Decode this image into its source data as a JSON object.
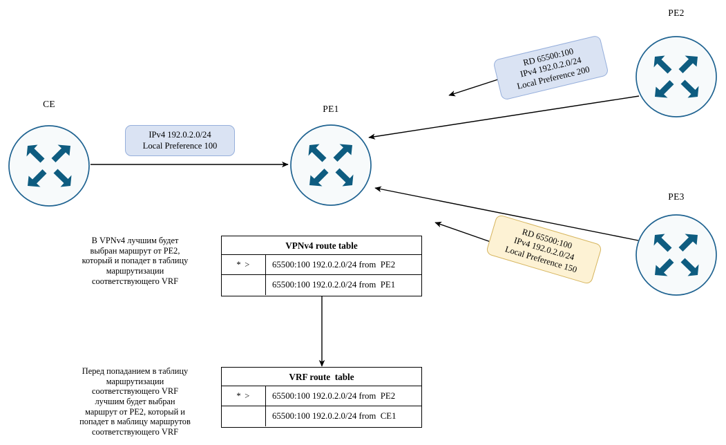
{
  "diagram": {
    "title_note": "MPLS L3VPN BGP route selection diagram",
    "colors": {
      "router_stroke": "#1f6391",
      "router_fill": "#f7fafb",
      "arrow_glyph": "#0e5c80",
      "callout_blue_fill": "#dae3f3",
      "callout_blue_border": "#95aedb",
      "callout_tan_fill": "#fdf2d4",
      "callout_tan_border": "#d6b55e",
      "line": "#000000",
      "background": "#ffffff"
    }
  },
  "nodes": {
    "ce": {
      "label": "CE",
      "icon": "router-icon"
    },
    "pe1": {
      "label": "PE1",
      "icon": "router-icon"
    },
    "pe2": {
      "label": "PE2",
      "icon": "router-icon"
    },
    "pe3": {
      "label": "PE3",
      "icon": "router-icon"
    }
  },
  "callouts": {
    "ce_route": {
      "lines": [
        "IPv4 192.0.2.0/24",
        "Local Preference 100"
      ],
      "style": "blue"
    },
    "pe2_route": {
      "lines": [
        "RD 65500:100",
        "IPv4 192.0.2.0/24",
        "Local Preference 200"
      ],
      "style": "blue"
    },
    "pe3_route": {
      "lines": [
        "RD 65500:100",
        "IPv4 192.0.2.0/24",
        "Local Preference 150"
      ],
      "style": "tan"
    }
  },
  "tables": {
    "vpnv4": {
      "title": "VPNv4 route table",
      "rows": [
        {
          "flag": "* >",
          "route": "65500:100 192.0.2.0/24 from  PE2"
        },
        {
          "flag": "",
          "route": "65500:100 192.0.2.0/24 from  PE1"
        }
      ]
    },
    "vrf": {
      "title": "VRF route  table",
      "rows": [
        {
          "flag": "* >",
          "route": "65500:100 192.0.2.0/24 from  PE2"
        },
        {
          "flag": "",
          "route": "65500:100 192.0.2.0/24 from  CE1"
        }
      ]
    }
  },
  "notes": {
    "vpnv4_note": "В VPNv4 лучшим будет\nвыбран маршрут от PE2,\nкоторый и попадет в таблицу\nмаршрутизации\nсоответствующего VRF",
    "vrf_note": "Перед попаданием в таблицу\nмаршрутизации\nсоответствующего VRF\nлучшим будет выбран\nмаршрут от PE2, который и\nпопадет в маблицу маршрутов\nсоответствующего VRF"
  }
}
